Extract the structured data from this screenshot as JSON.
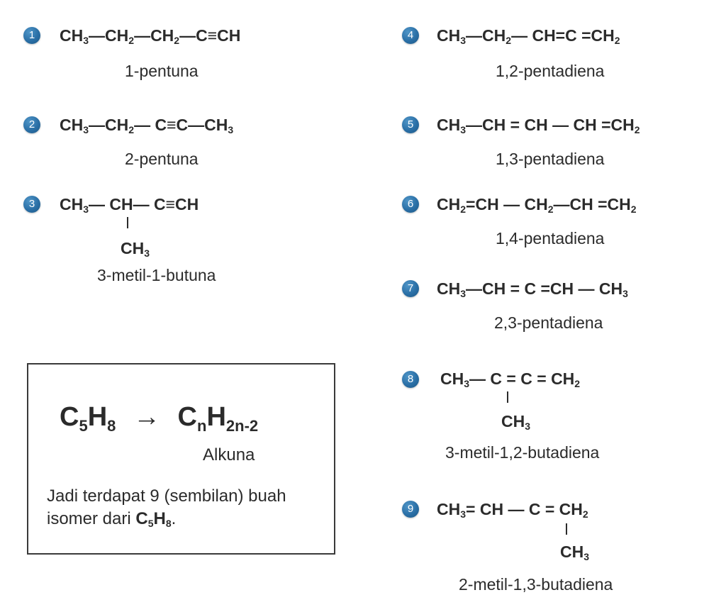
{
  "figure": {
    "accent_color": "#2a6fa6",
    "text_color": "#2b2b2b"
  },
  "isomers": [
    {
      "number": "1",
      "parts": [
        "CH",
        "3",
        "—CH",
        "2",
        "—CH",
        "2",
        "—C≡CH",
        ""
      ],
      "name": "1-pentuna",
      "type": "alkuna"
    },
    {
      "number": "2",
      "parts": [
        "CH",
        "3",
        "—CH",
        "2",
        "— C≡C—CH",
        "3"
      ],
      "name": "2-pentuna",
      "type": "alkuna"
    },
    {
      "number": "3",
      "parts": [
        "CH",
        "3",
        "— CH— C≡CH",
        ""
      ],
      "branch": [
        "CH",
        "3"
      ],
      "name": "3-metil-1-butuna",
      "type": "alkuna"
    },
    {
      "number": "4",
      "parts": [
        "CH",
        "3",
        "—CH",
        "2",
        "— CH=C =CH",
        "2"
      ],
      "name": "1,2-pentadiena",
      "type": "alkadiena"
    },
    {
      "number": "5",
      "parts": [
        "CH",
        "3",
        "—CH = CH — CH =CH",
        "2"
      ],
      "name": "1,3-pentadiena",
      "type": "alkadiena"
    },
    {
      "number": "6",
      "parts": [
        "CH",
        "2",
        "=CH — CH",
        "2",
        "—CH =CH",
        "2"
      ],
      "name": "1,4-pentadiena",
      "type": "alkadiena"
    },
    {
      "number": "7",
      "parts": [
        "CH",
        "3",
        "—CH = C =CH — CH",
        "3"
      ],
      "name": "2,3-pentadiena",
      "type": "alkadiena"
    },
    {
      "number": "8",
      "parts": [
        "CH",
        "3",
        "— C = C = CH",
        "2"
      ],
      "branch": [
        "CH",
        "3"
      ],
      "name": "3-metil-1,2-butadiena",
      "type": "alkadiena"
    },
    {
      "number": "9",
      "parts": [
        "CH",
        "3",
        "= CH — C = CH",
        "2"
      ],
      "branch": [
        "CH",
        "3"
      ],
      "name": "2-metil-1,3-butadiena",
      "type": "alkadiena"
    }
  ],
  "summary_box": {
    "formula_left": {
      "c": "C",
      "c_sub": "5",
      "h": "H",
      "h_sub": "8"
    },
    "arrow": "→",
    "formula_right": {
      "c": "C",
      "c_sub": "n",
      "h": "H",
      "h_sub": "2n-2"
    },
    "formula_label": "Alkuna",
    "conclusion_line1": "Jadi terdapat 9 (sembilan) buah",
    "conclusion_line2_prefix": "isomer dari ",
    "conclusion_formula": {
      "c": "C",
      "c_sub": "5",
      "h": "H",
      "h_sub": "8"
    },
    "conclusion_suffix": "."
  }
}
